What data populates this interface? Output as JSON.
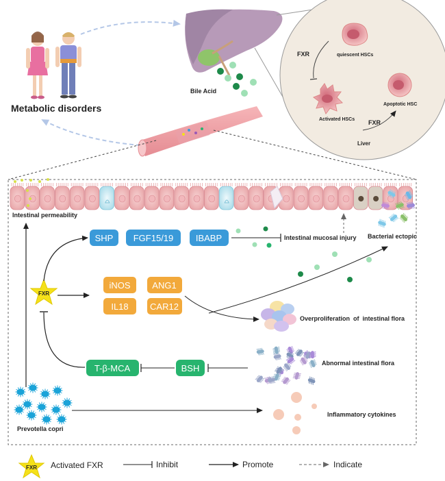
{
  "top": {
    "metabolic_disorders": "Metabolic disorders",
    "bile_acid": "Bile Acid",
    "liver_inset": {
      "fxr": "FXR",
      "quiescent": "quiescent HSCs",
      "activated": "Activated HSCs",
      "fxr2": "FXR",
      "apoptotic": "Apoptotic HSC",
      "liver": "Liver"
    }
  },
  "intestine": {
    "permeability": "Intestinal permeability",
    "mucosal_injury": "Intestinal mucosal injury",
    "bacterial_ectopic": "Bacterial ectopic",
    "overproliferation": "Overproliferation  of  intestinal flora",
    "abnormal_flora": "Abnormal intestinal flora",
    "inflammatory": "Inflammatory cytokines",
    "prevotella": "Prevotella copri",
    "fxr_star": "FXR"
  },
  "boxes": {
    "shp": "SHP",
    "fgf": "FGF15/19",
    "ibabp": "IBABP",
    "inos": "iNOS",
    "ang1": "ANG1",
    "il18": "IL18",
    "car12": "CAR12",
    "tbmca": "T-β-MCA",
    "bsh": "BSH"
  },
  "legend": {
    "star": "FXR",
    "activated_fxr": "Activated FXR",
    "inhibit": "Inhibit",
    "promote": "Promote",
    "indicate": "Indicate"
  },
  "colors": {
    "blue_box": "#3a9ad9",
    "orange_box": "#f2a93b",
    "green_box": "#27b46e",
    "liver": "#b79ab8",
    "star": "#f5e11a",
    "dark_green_dot": "#1e8a4a",
    "light_green_dot": "#9fe0b5"
  }
}
